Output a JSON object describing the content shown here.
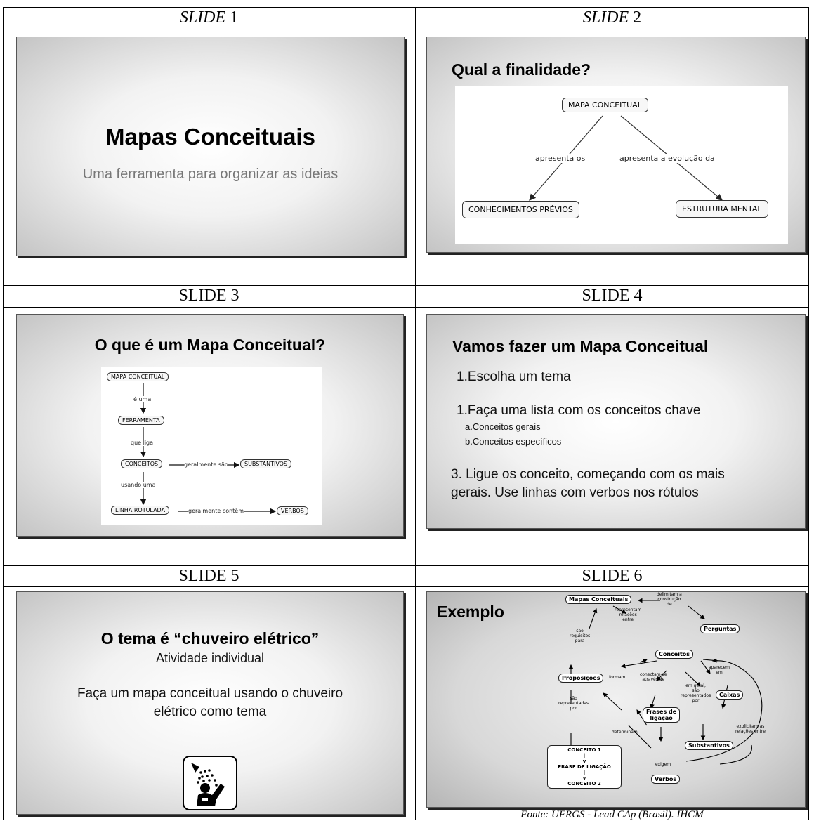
{
  "headers": {
    "s1": {
      "italic": "SLIDE",
      "num": " 1"
    },
    "s2": {
      "italic": "SLIDE",
      "num": " 2"
    },
    "s3": "SLIDE 3",
    "s4": "SLIDE 4",
    "s5": "SLIDE 5",
    "s6": "SLIDE 6"
  },
  "slide1": {
    "title": "Mapas Conceituais",
    "subtitle": "Uma ferramenta para organizar as ideias"
  },
  "slide2": {
    "title": "Qual a finalidade?",
    "nodes": {
      "root": "MAPA CONCEITUAL",
      "left": "CONHECIMENTOS PRÉVIOS",
      "right": "ESTRUTURA MENTAL"
    },
    "links": {
      "left": "apresenta os",
      "right": "apresenta a evolução da"
    }
  },
  "slide3": {
    "title": "O que é um Mapa Conceitual?",
    "nodes": {
      "mapa": "MAPA CONCEITUAL",
      "ferramenta": "FERRAMENTA",
      "conceitos": "CONCEITOS",
      "substantivos": "SUBSTANTIVOS",
      "linha": "LINHA ROTULADA",
      "verbos": "VERBOS"
    },
    "links": {
      "e_uma": "é uma",
      "que_liga": "que liga",
      "geralmente_sao": "geralmente são",
      "usando_uma": "usando uma",
      "geralmente_contem": "geralmente contêm"
    }
  },
  "slide4": {
    "title": "Vamos fazer um Mapa Conceitual",
    "item1": "1.Escolha um tema",
    "item2": "1.Faça uma lista com os conceitos chave",
    "sub_a": "a.Conceitos gerais",
    "sub_b": "b.Conceitos específicos",
    "item3_line1": "3. Ligue os conceito, começando com os mais",
    "item3_line2": "gerais. Use linhas com verbos nos rótulos"
  },
  "slide5": {
    "title": "O tema é “chuveiro elétrico”",
    "subtitle": "Atividade individual",
    "body_line1": "Faça um mapa conceitual usando o chuveiro",
    "body_line2": "elétrico como tema",
    "icon": "shower-icon"
  },
  "slide6": {
    "title": "Exemplo",
    "nodes": {
      "mapas": "Mapas Conceituais",
      "perguntas": "Perguntas",
      "conceitos": "Conceitos",
      "proposicoes": "Proposições",
      "caixas": "Caixas",
      "frases": "Frases de\nligação",
      "substantivos": "Substantivos",
      "verbos": "Verbos",
      "box": "CONCEITO 1\n|\nv\nFRASE DE LIGAÇÃO\n|\nv\nCONCEITO 2"
    },
    "links": {
      "delimitam": "delimitam a\nconstrução\nde",
      "representam": "representam\nrelações\nentre",
      "sao_requisitos": "são\nrequisitos\npara",
      "formam": "formam",
      "conectam": "conectam-se\natravés de",
      "em_geral": "em geral,\nsão\nrepresentados\npor",
      "aparecem": "aparecem\nem",
      "sao_representadas": "são\nrepresentadas\npor",
      "determinam": "determinam",
      "exigem": "exigem",
      "explicitam": "explicitam as\nrelações entre"
    }
  },
  "source": "Fonte: UFRGS - Lead CAp (Brasil). IHCM"
}
